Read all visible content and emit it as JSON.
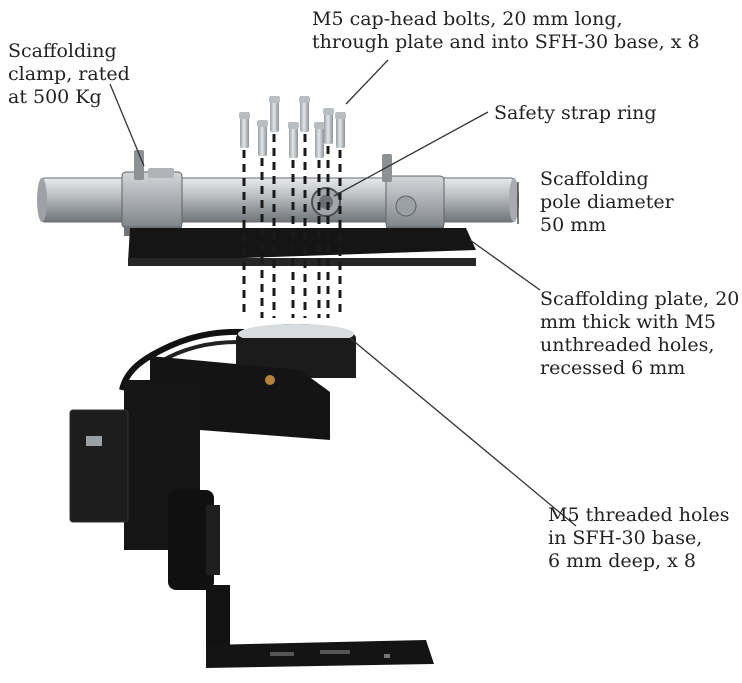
{
  "annotations": {
    "bolts": "M5 cap-head bolts, 20 mm long,\nthrough plate and into SFH-30 base, x 8",
    "clamp": "Scaffolding\nclamp, rated\nat 500 Kg",
    "strap": "Safety strap ring",
    "pole": "Scaffolding\npole diameter\n50 mm",
    "plate": "Scaffolding plate, 20\nmm thick with M5\nunthreaded holes,\nrecessed 6 mm",
    "threaded": "M5 threaded holes\nin SFH-30 base,\n6 mm deep, x 8"
  },
  "colors": {
    "text": "#222222",
    "leader": "#333333",
    "pole": "#b9bcbf",
    "clamp": "#9fa4a8",
    "plate": "#141414",
    "bolt": "#c3c8cd",
    "body": "#161616"
  }
}
